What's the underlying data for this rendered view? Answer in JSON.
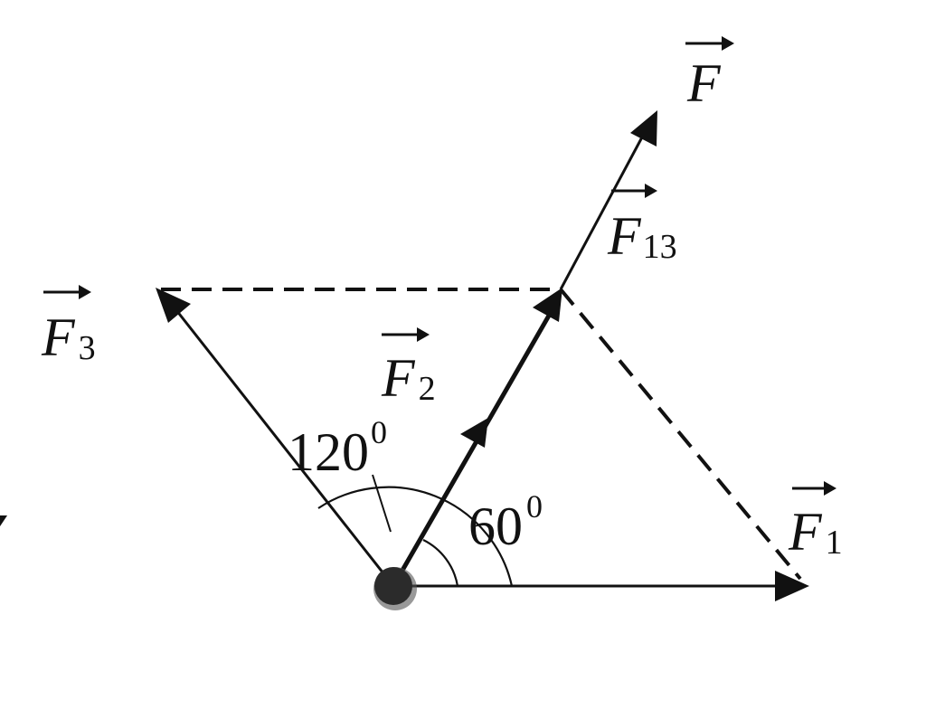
{
  "diagram": {
    "vectors": {
      "F": {
        "letter": "F",
        "subscript": ""
      },
      "F13": {
        "letter": "F",
        "subscript": "13"
      },
      "F3": {
        "letter": "F",
        "subscript": "3"
      },
      "F2": {
        "letter": "F",
        "subscript": "2"
      },
      "F1": {
        "letter": "F",
        "subscript": "1"
      }
    },
    "angles": {
      "a120": {
        "value": "120",
        "unit": "0"
      },
      "a60": {
        "value": "60",
        "unit": "0"
      }
    },
    "colors": {
      "ink": "#111111",
      "origin_dot": "#2b2b2b"
    }
  }
}
